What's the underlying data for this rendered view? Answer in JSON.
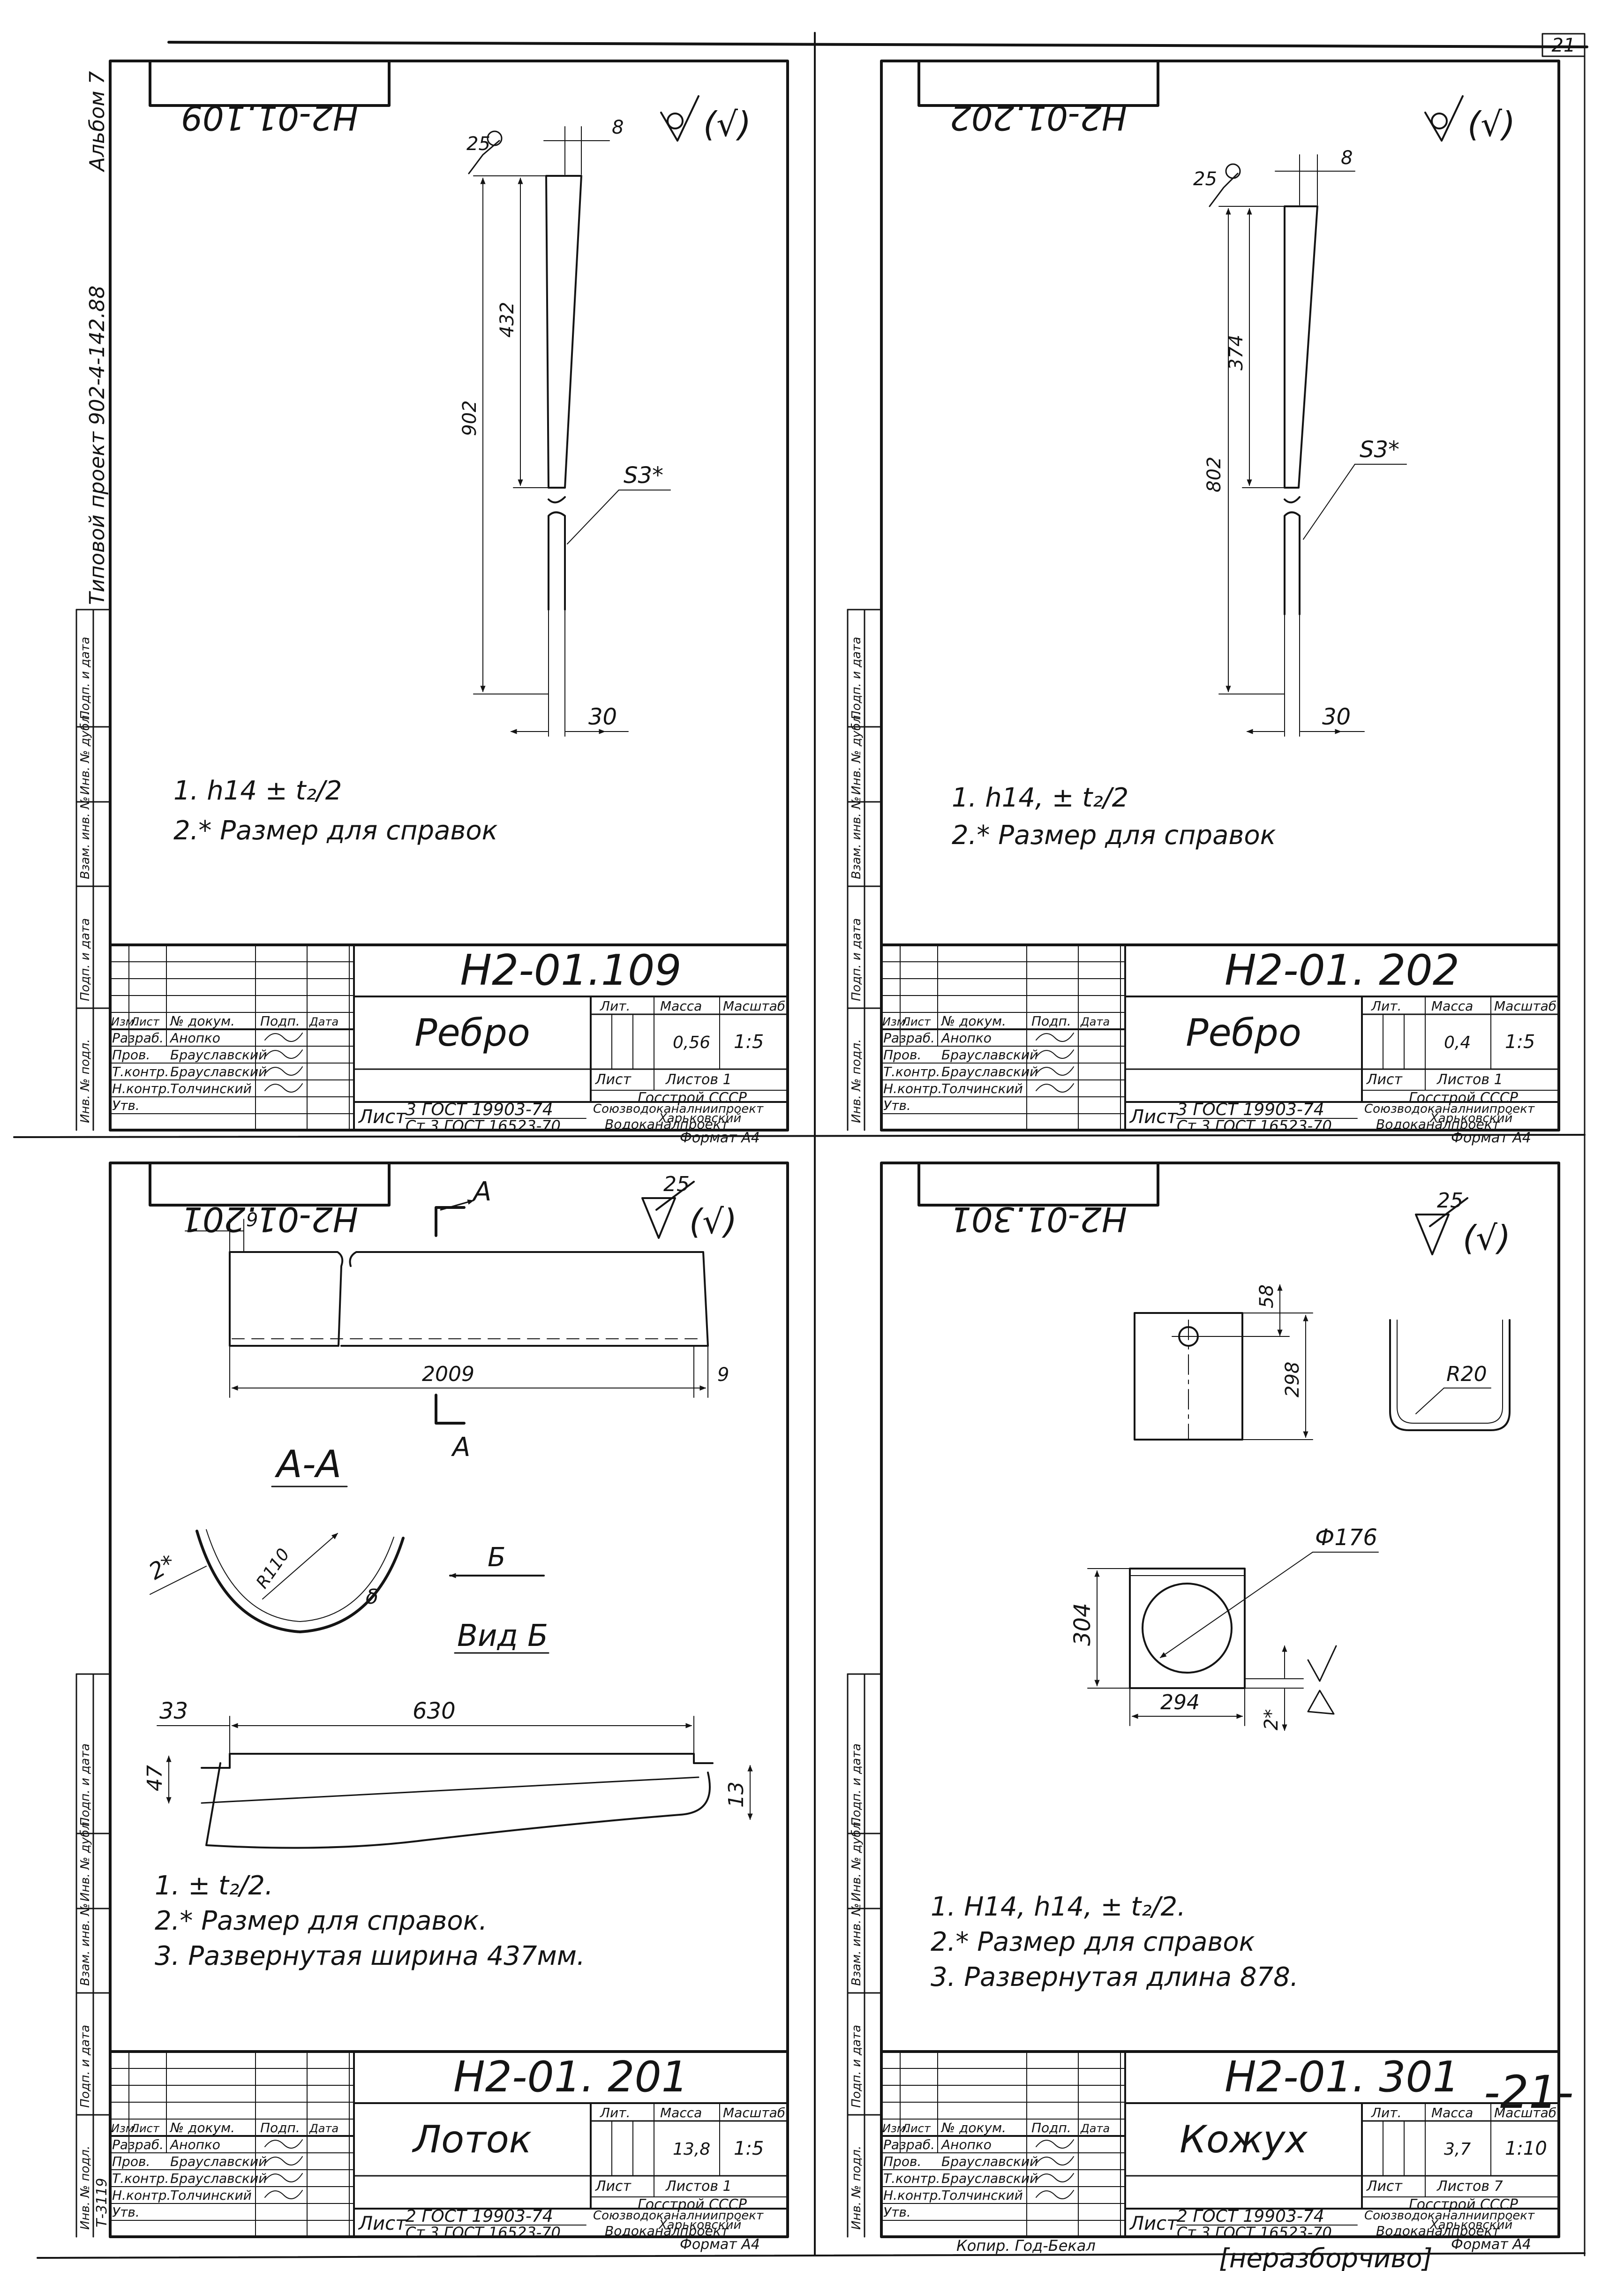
{
  "page": {
    "sheet_corner_number": "21",
    "album_label": "Альбом 7",
    "project_label": "Типовой проект 902-4-142.88",
    "bottom_big_number": "-21-",
    "copy_note": "Копир. Год-Бекал",
    "bottom_stamp": "[неразборчиво]"
  },
  "side_labels": [
    "Инв. № подл.",
    "Подп. и дата",
    "Взам. инв. №",
    "Инв. № дубл.",
    "Подп. и дата"
  ],
  "stamp_headers": {
    "rows": [
      {
        "role": "Изм.",
        "sheet": "Лист",
        "doc": "№ докум.",
        "sign": "Подп.",
        "date": "Дата"
      },
      {
        "role": "Разраб.",
        "name": "Анопко",
        "sig": "sig"
      },
      {
        "role": "Пров.",
        "name": "Брауславский",
        "sig": "sig"
      },
      {
        "role": "Т.контр.",
        "name": "Брауславский",
        "sig": "sig"
      },
      {
        "role": "Н.контр.",
        "name": "Толчинский",
        "sig": "sig"
      },
      {
        "role": "Утв.",
        "name": "",
        "sig": ""
      }
    ],
    "lit": "Лит.",
    "mass": "Масса",
    "scale": "Масштаб",
    "sheet": "Лист",
    "sheets": "Листов",
    "org_1": "Госстрой СССР",
    "org_2": "Союзводоканалниипроект",
    "org_3": "Харьковский",
    "org_4": "Водоканалпроект",
    "format": "Формат А4"
  },
  "sheets": [
    {
      "id": "q1",
      "mirrored_code": "Н2-01.109",
      "finish_mark": "(√)",
      "dims": {
        "top": "8",
        "roughness": "25",
        "long": "902",
        "short": "432",
        "thk": "S3*",
        "bottom": "30"
      },
      "notes": [
        "1. h14 ± t₂/2",
        "2.* Размер для справок"
      ],
      "code": "Н2-01.109",
      "name": "Ребро",
      "mass": "0,56",
      "scale": "1:5",
      "sheets_count": "1",
      "material_1": "3 ГОСТ 19903-74",
      "material_2": "Ст.3 ГОСТ 16523-70",
      "list_label": "Лист",
      "inv": ""
    },
    {
      "id": "q2",
      "mirrored_code": "Н2-01.202",
      "finish_mark": "(√)",
      "dims": {
        "top": "8",
        "roughness": "25",
        "long": "802",
        "short": "374",
        "thk": "S3*",
        "bottom": "30"
      },
      "notes": [
        "1. h14, ± t₂/2",
        "2.* Размер для справок"
      ],
      "code": "Н2-01. 202",
      "name": "Ребро",
      "mass": "0,4",
      "scale": "1:5",
      "sheets_count": "1",
      "material_1": "3 ГОСТ 19903-74",
      "material_2": "Ст.3 ГОСТ 16523-70",
      "list_label": "Лист",
      "inv": ""
    },
    {
      "id": "q3",
      "mirrored_code": "Н2-01.201",
      "finish_mark": "(√)",
      "finish_value": "25",
      "dims": {
        "left": "9",
        "length": "2009",
        "right": "9",
        "section": "А-А",
        "cut_a": "А",
        "radius": "R110",
        "edge": "2*",
        "view_arrow": "Б",
        "view": "Вид Б",
        "v_left": "33",
        "v_len": "630",
        "v_h": "47",
        "v_r": "13",
        "thk": "δ"
      },
      "notes": [
        "1. ± t₂/2.",
        "2.* Размер для справок.",
        "3. Развернутая ширина 437мм."
      ],
      "code": "Н2-01. 201",
      "name": "Лоток",
      "mass": "13,8",
      "scale": "1:5",
      "sheets_count": "1",
      "material_1": "2 ГОСТ 19903-74",
      "material_2": "Ст.3 ГОСТ 16523-70",
      "list_label": "Лист",
      "inv": "Т-3119"
    },
    {
      "id": "q4",
      "mirrored_code": "Н2-01.301",
      "finish_mark": "(√)",
      "finish_value": "25",
      "dims": {
        "hole_off": "58",
        "height": "298",
        "bend_r": "R20",
        "dia": "Ф176",
        "side_h": "304",
        "side_w": "294",
        "thk": "2*"
      },
      "notes": [
        "1. H14, h14, ± t₂/2.",
        "2.* Размер для справок",
        "3. Развернутая длина 878."
      ],
      "code": "Н2-01. 301",
      "name": "Кожух",
      "mass": "3,7",
      "scale": "1:10",
      "sheets_count": "7",
      "material_1": "2 ГОСТ 19903-74",
      "material_2": "Ст.3 ГОСТ 16523-70",
      "list_label": "Лист",
      "inv": ""
    }
  ]
}
